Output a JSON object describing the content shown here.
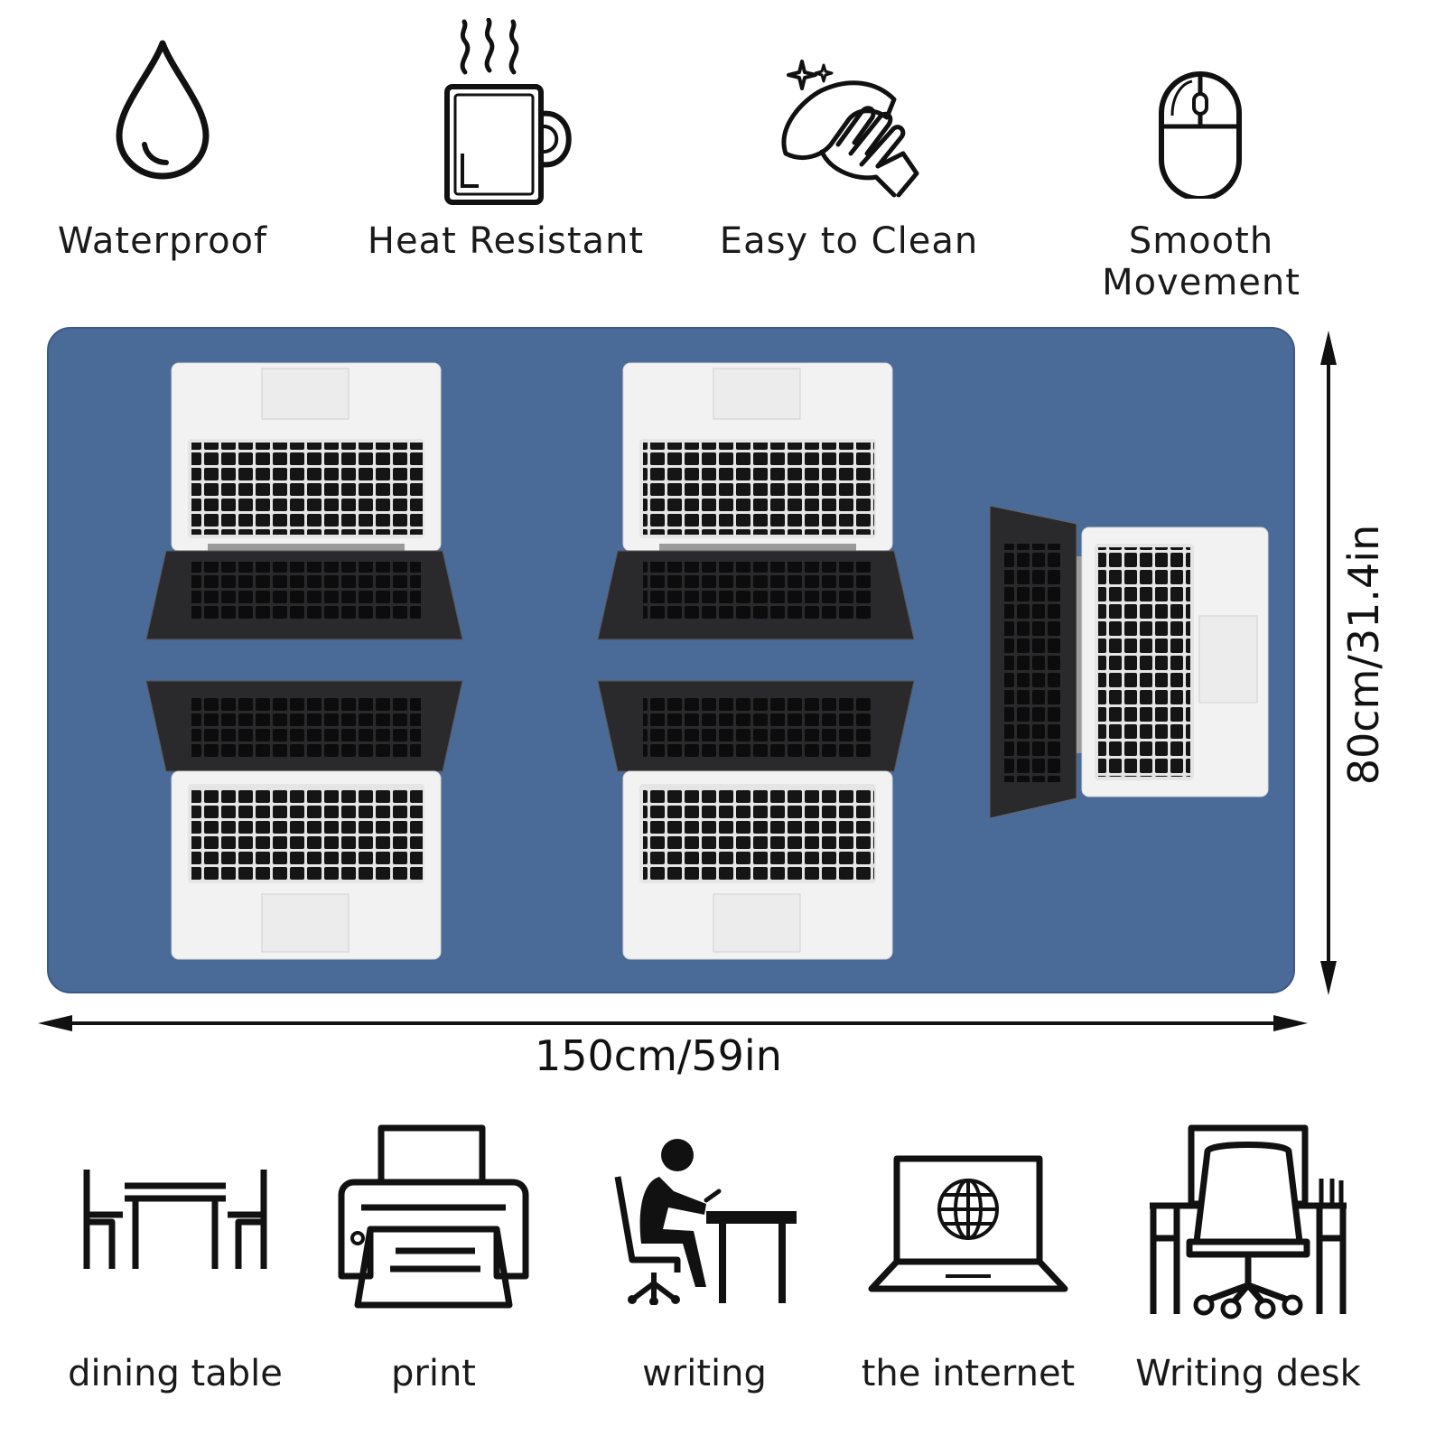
{
  "features": [
    {
      "icon": "water-drop-icon",
      "label": "Waterproof"
    },
    {
      "icon": "hot-mug-icon",
      "label": "Heat Resistant"
    },
    {
      "icon": "wiping-hand-icon",
      "label": "Easy to Clean"
    },
    {
      "icon": "mouse-icon",
      "label": "Smooth Movement"
    }
  ],
  "product": {
    "color": "#4a6a98",
    "width_label": "150cm/59in",
    "height_label": "80cm/31.4in"
  },
  "uses": [
    {
      "icon": "dining-table-icon",
      "label": "dining table"
    },
    {
      "icon": "printer-icon",
      "label": "print"
    },
    {
      "icon": "person-writing-icon",
      "label": "writing"
    },
    {
      "icon": "laptop-globe-icon",
      "label": "the internet"
    },
    {
      "icon": "writing-desk-icon",
      "label": "Writing desk"
    }
  ]
}
